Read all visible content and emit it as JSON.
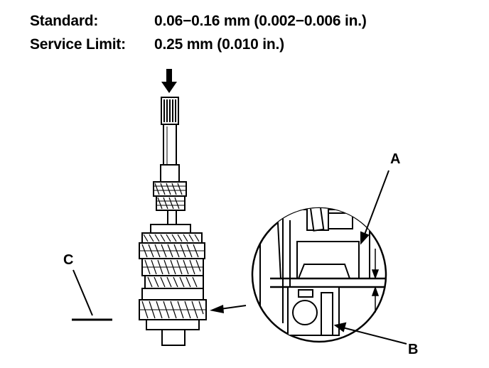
{
  "spec": {
    "standard_label": "Standard:",
    "standard_value": "0.06−0.16 mm (0.002−0.006 in.)",
    "service_limit_label": "Service Limit:",
    "service_limit_value": "0.25 mm (0.010 in.)"
  },
  "callouts": {
    "a": "A",
    "b": "B",
    "c": "C"
  },
  "colors": {
    "ink": "#000000",
    "paper": "#ffffff"
  }
}
